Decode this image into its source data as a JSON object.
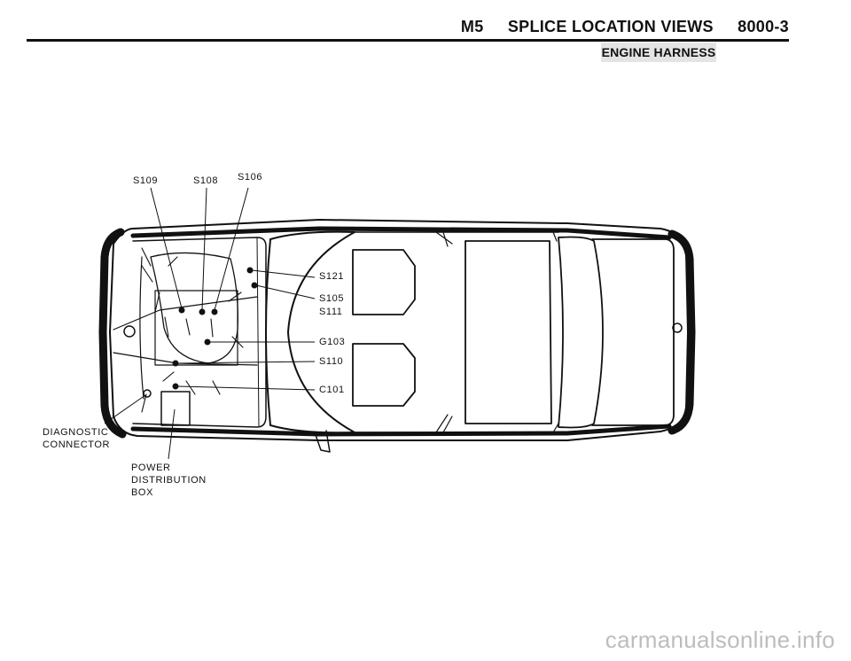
{
  "header": {
    "model": "M5",
    "section": "SPLICE LOCATION VIEWS",
    "page_number": "8000-3",
    "subtitle": "ENGINE HARNESS"
  },
  "labels": {
    "s109": "S109",
    "s108": "S108",
    "s106": "S106",
    "s121": "S121",
    "s105": "S105",
    "s111": "S111",
    "g103": "G103",
    "s110": "S110",
    "c101": "C101",
    "diagnostic_1": "DIAGNOSTIC",
    "diagnostic_2": "CONNECTOR",
    "power_1": "POWER",
    "power_2": "DISTRIBUTION",
    "power_3": "BOX"
  },
  "watermark": "carmanualsonline.info"
}
